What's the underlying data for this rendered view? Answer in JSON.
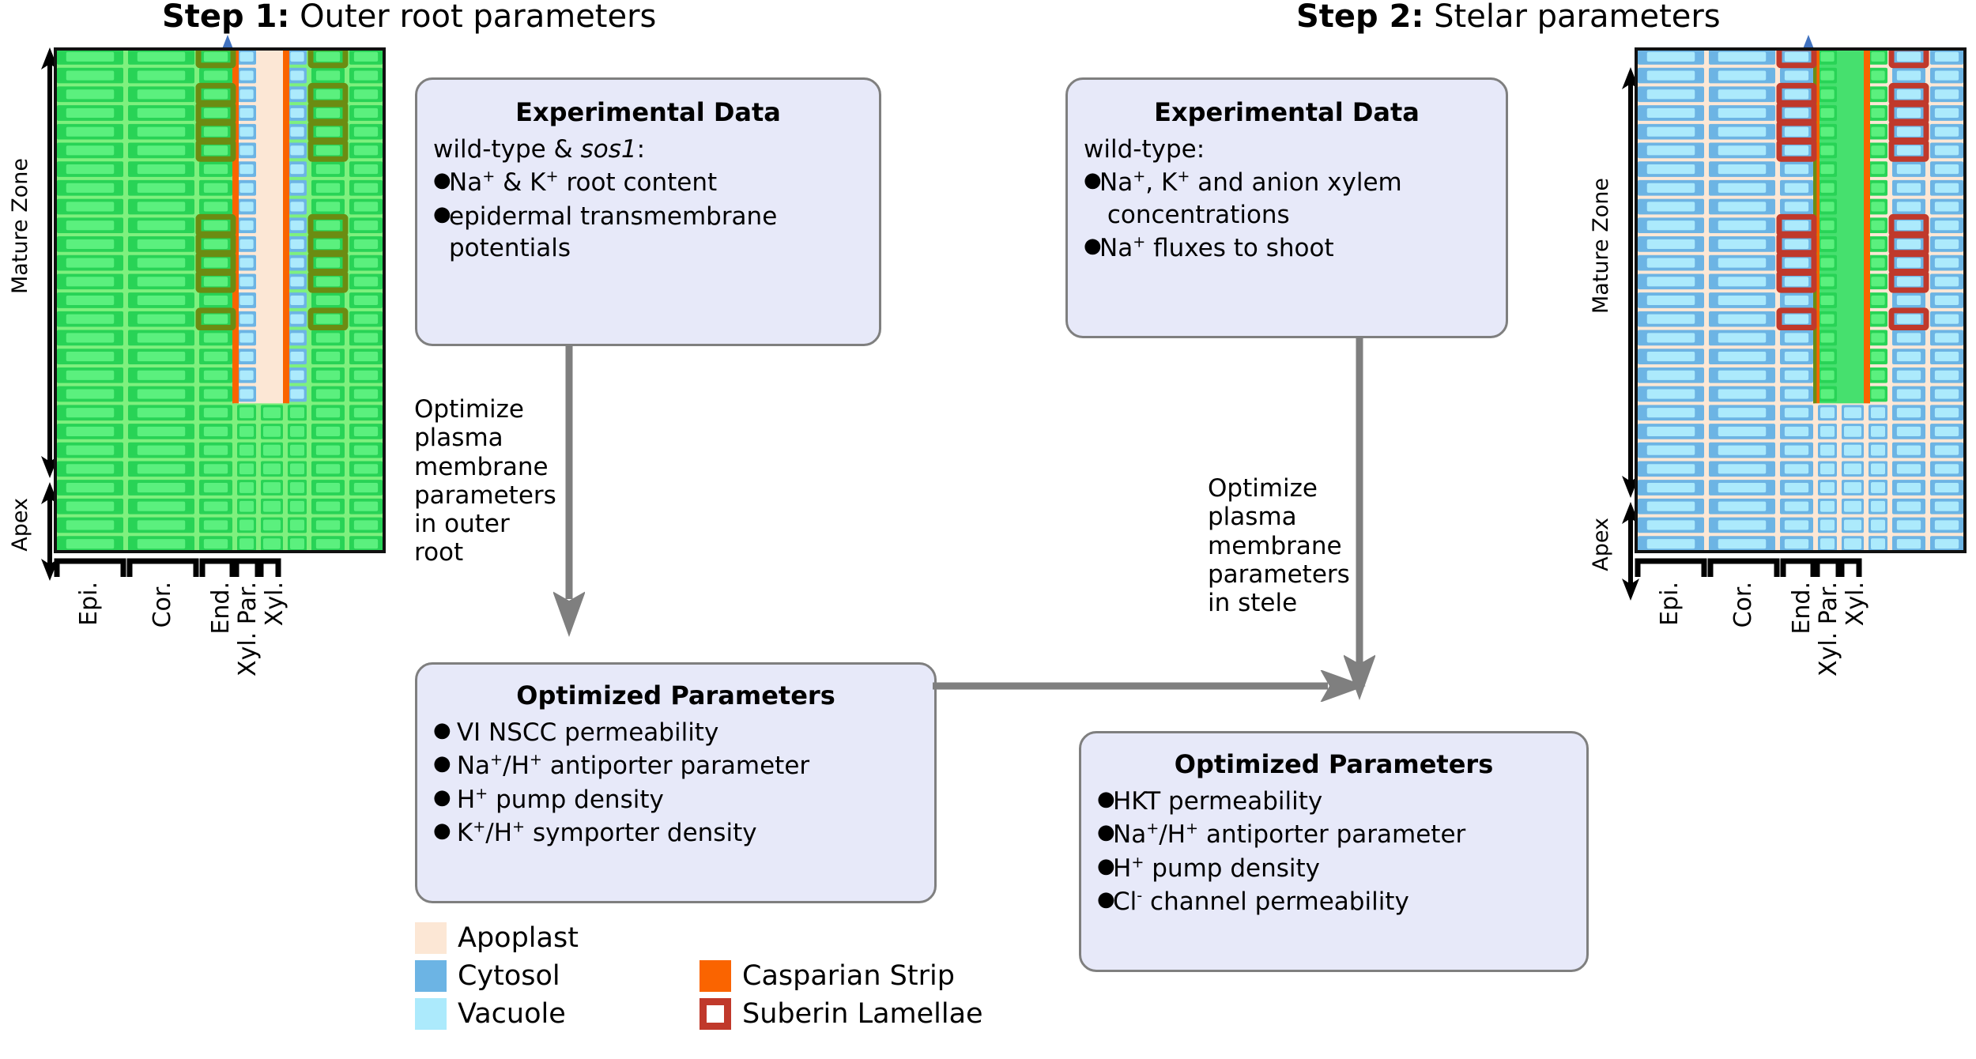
{
  "steps": [
    {
      "num": "Step 1:",
      "name": " Outer root parameters"
    },
    {
      "num": "Step 2:",
      "name": " Stelar parameters"
    }
  ],
  "step1": {
    "experimental": {
      "title": "Experimental Data",
      "lead": "wild-type & sos1:",
      "lead_plain": "wild-type & ",
      "lead_italic": "sos1",
      "lead_tail": ":",
      "bullets": [
        "Na+ & K+ root content",
        "epidermal transmembrane potentials"
      ]
    },
    "flow_label": "Optimize\nplasma\nmembrane\nparameters\nin outer\nroot",
    "optimized": {
      "title": "Optimized Parameters",
      "bullets": [
        "VI NSCC permeability",
        "Na+/H+ antiporter parameter",
        "H+ pump density",
        "K+/H+ symporter density"
      ]
    }
  },
  "step2": {
    "experimental": {
      "title": "Experimental Data",
      "lead": "wild-type:",
      "bullets": [
        "Na+, K+ and anion xylem concentrations",
        "Na+ fluxes to shoot"
      ]
    },
    "flow_label": "Optimize\nplasma\nmembrane\nparameters\nin stele",
    "optimized": {
      "title": "Optimized Parameters",
      "bullets": [
        "HKT permeability",
        "Na+/H+ antiporter parameter",
        "H+ pump density",
        "Cl- channel permeability"
      ]
    }
  },
  "legend": {
    "items": [
      {
        "label": "Apoplast",
        "color": "#fce7d5",
        "style": "filled"
      },
      {
        "label": "Cytosol",
        "color": "#6cb4e4",
        "style": "filled"
      },
      {
        "label": "Vacuole",
        "color": "#aceafc",
        "style": "filled"
      },
      {
        "label": "Casparian Strip",
        "color": "#fa6400",
        "style": "filled"
      },
      {
        "label": "Suberin Lamellae",
        "color": "#c0392b",
        "style": "outline"
      }
    ]
  },
  "root_diagram": {
    "zones": [
      {
        "label": "Mature Zone"
      },
      {
        "label": "Apex"
      }
    ],
    "tissue_labels": [
      "Epi.",
      "Cor.",
      "End.",
      "Xyl. Par.",
      "Xyl."
    ],
    "columns": [
      {
        "name": "Epi.",
        "span": 2
      },
      {
        "name": "Cor.",
        "span": 2
      },
      {
        "name": "End.",
        "span": 1
      },
      {
        "name": "Xyl. Par.",
        "span": 1
      },
      {
        "name": "Xyl.",
        "span": 1
      }
    ],
    "rows_mature": 19,
    "rows_apex": 8,
    "suberin_rows": [
      0,
      2,
      3,
      4,
      5,
      9,
      10,
      11,
      12,
      14
    ],
    "arrow_color": "#4273c0",
    "colors": {
      "apoplast": "#fce7d5",
      "cytosol": "#6cb4e4",
      "vacuole": "#aceafc",
      "casparian": "#fa6400",
      "suberin": "#c0392b",
      "green_cytosol": "#28d356",
      "green_vacuole": "#5bf07e",
      "green_apoplast": "#7ef07e",
      "green_suberin": "#6b8c12",
      "border": "#111111"
    }
  }
}
